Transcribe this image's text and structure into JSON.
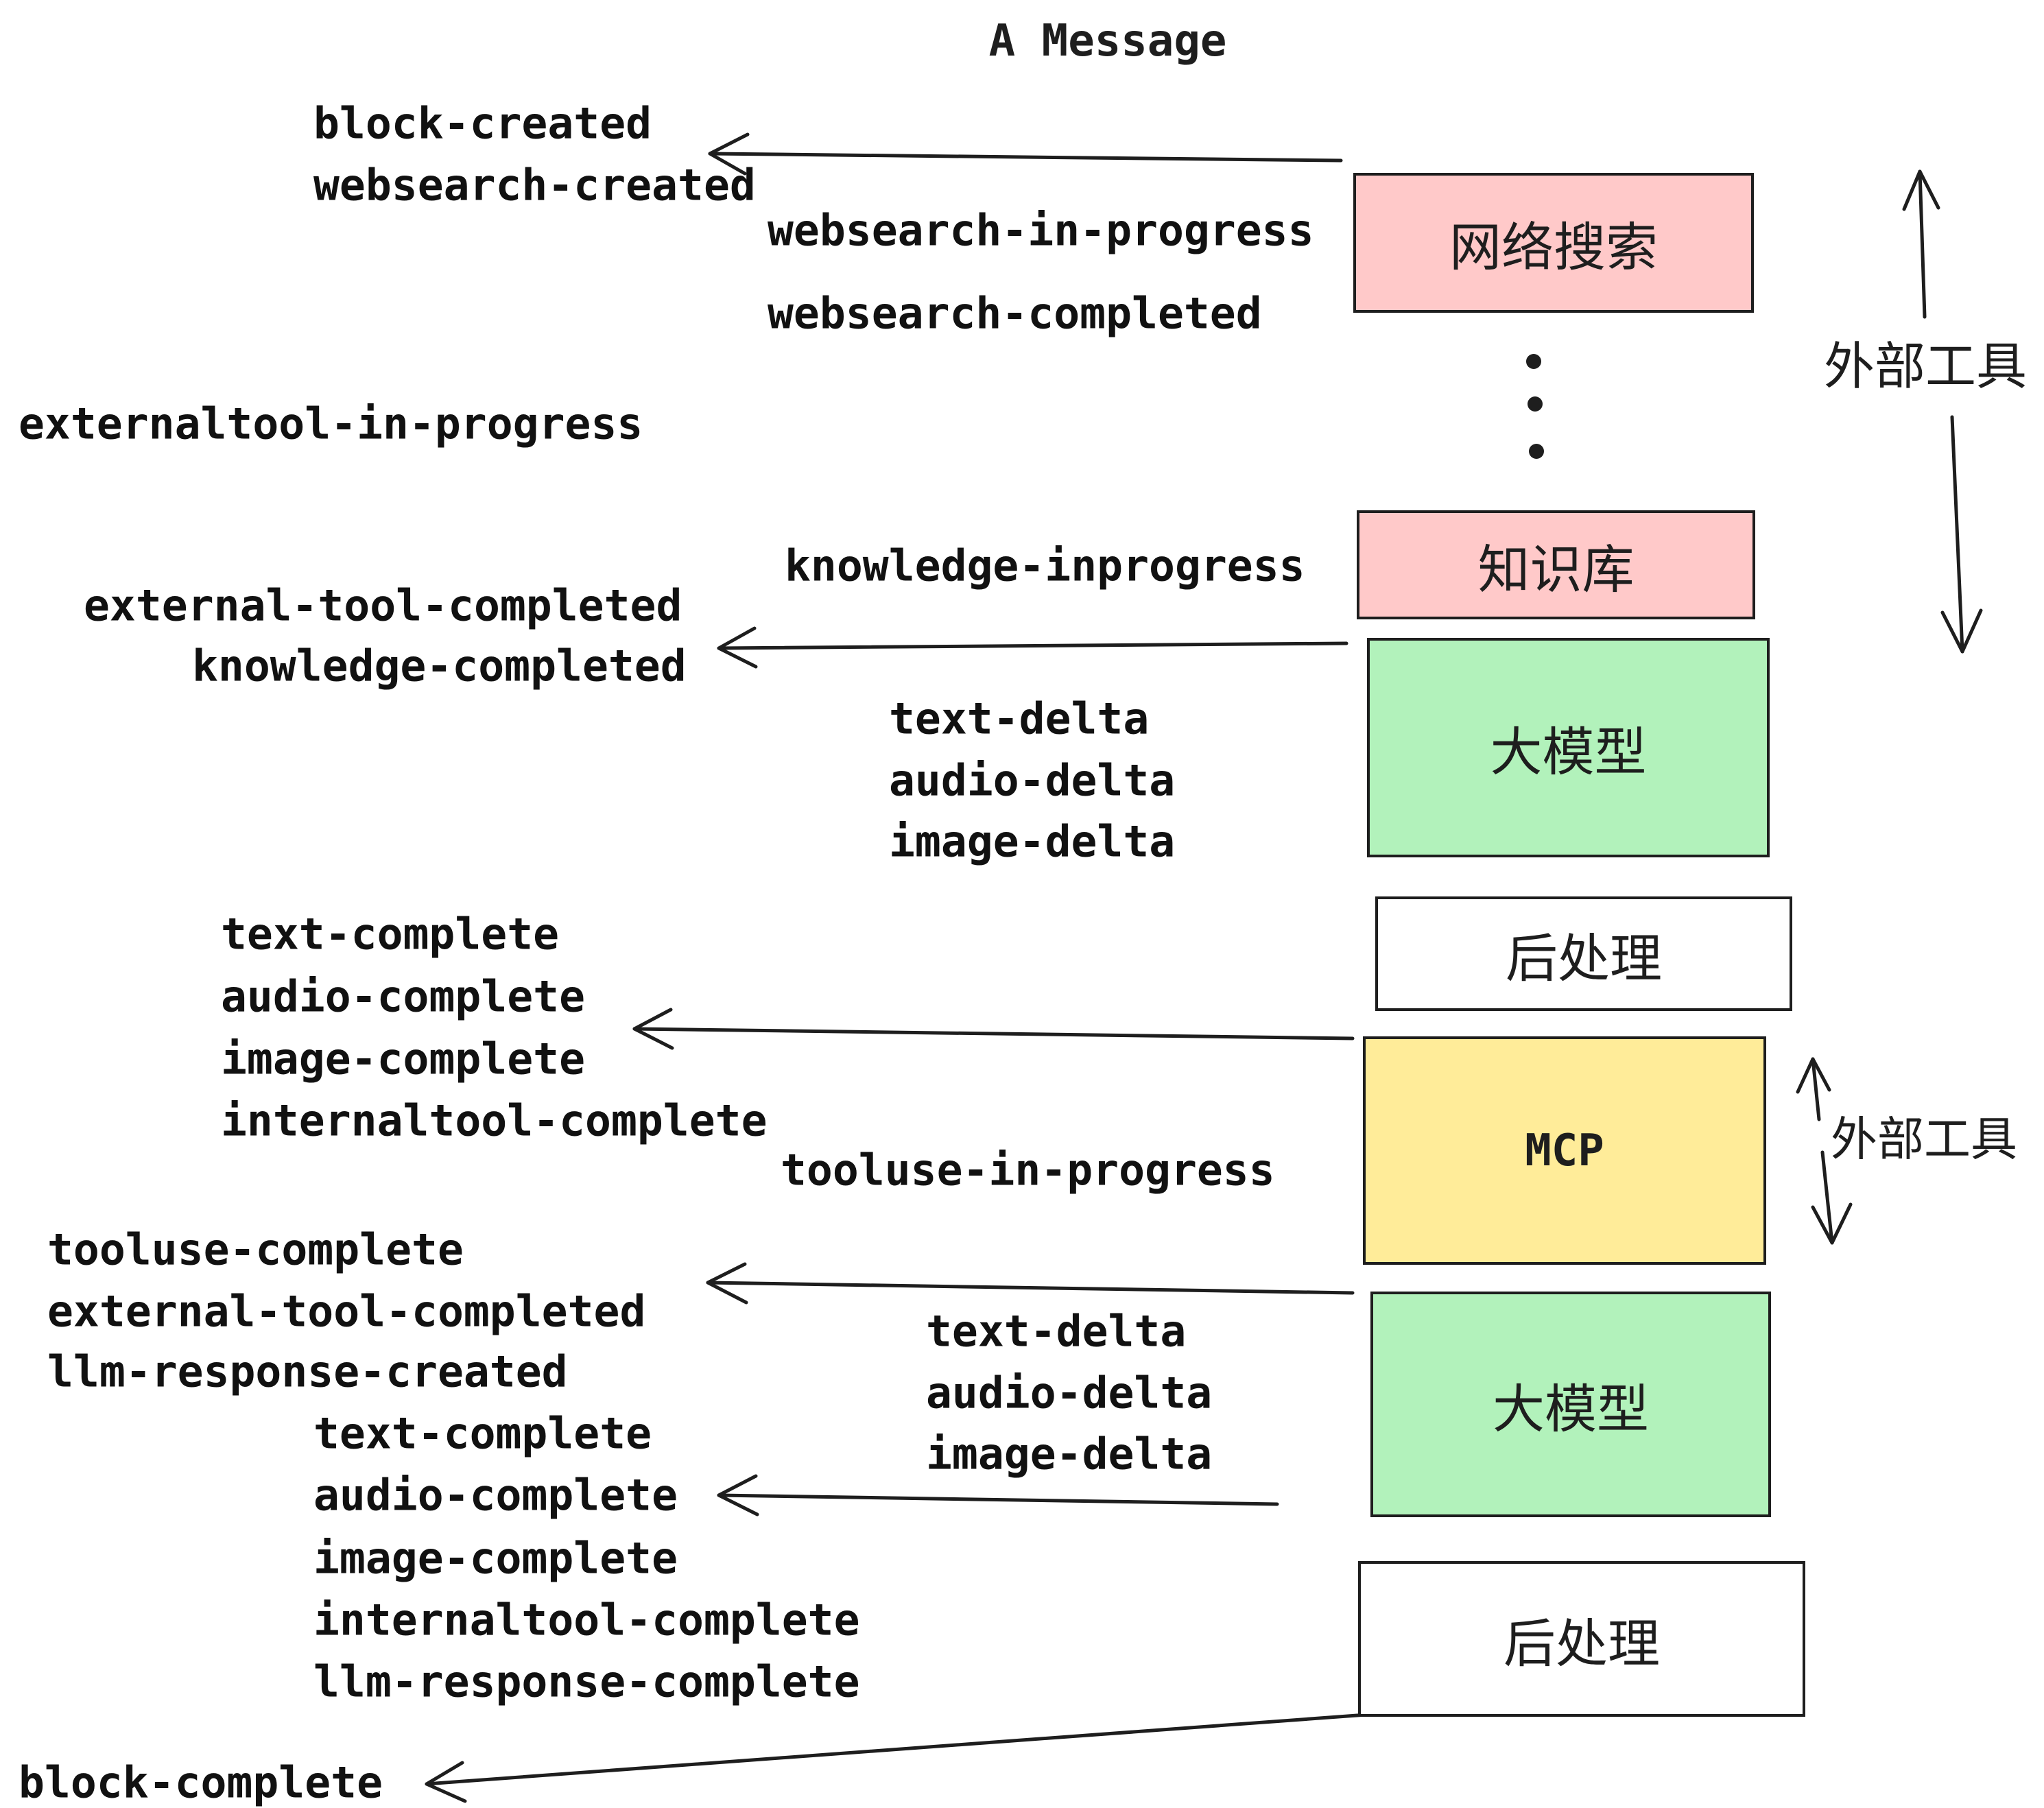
{
  "title": "A Message",
  "colors": {
    "stroke": "#1e1e1e",
    "pink": "#ffc9c9",
    "green": "#b2f2bb",
    "yellow": "#ffec99",
    "white": "#ffffff"
  },
  "boxes": {
    "websearch": {
      "label": "网络搜索"
    },
    "knowledge": {
      "label": "知识库"
    },
    "llm1": {
      "label": "大模型"
    },
    "post1": {
      "label": "后处理"
    },
    "mcp": {
      "label": "MCP"
    },
    "llm2": {
      "label": "大模型"
    },
    "post2": {
      "label": "后处理"
    }
  },
  "side_labels": {
    "external_tools_top": "外部工具",
    "external_tools_mid": "外部工具"
  },
  "events": {
    "block_created": "block-created",
    "websearch_created": "websearch-created",
    "websearch_in_progress": "websearch-in-progress",
    "websearch_completed": "websearch-completed",
    "externaltool_in_progress": "externaltool-in-progress",
    "knowledge_inprogress": "knowledge-inprogress",
    "external_tool_completed_1": "external-tool-completed",
    "knowledge_completed": "knowledge-completed",
    "text_delta_1": "text-delta",
    "audio_delta_1": "audio-delta",
    "image_delta_1": "image-delta",
    "text_complete_1": "text-complete",
    "audio_complete_1": "audio-complete",
    "image_complete_1": "image-complete",
    "internaltool_complete_1": "internaltool-complete",
    "tooluse_in_progress": "tooluse-in-progress",
    "tooluse_complete": "tooluse-complete",
    "external_tool_completed_2": "external-tool-completed",
    "llm_response_created": "llm-response-created",
    "text_complete_2": "text-complete",
    "audio_complete_2": "audio-complete",
    "image_complete_2": "image-complete",
    "internaltool_complete_2": "internaltool-complete",
    "llm_response_complete": "llm-response-complete",
    "block_complete": "block-complete"
  }
}
